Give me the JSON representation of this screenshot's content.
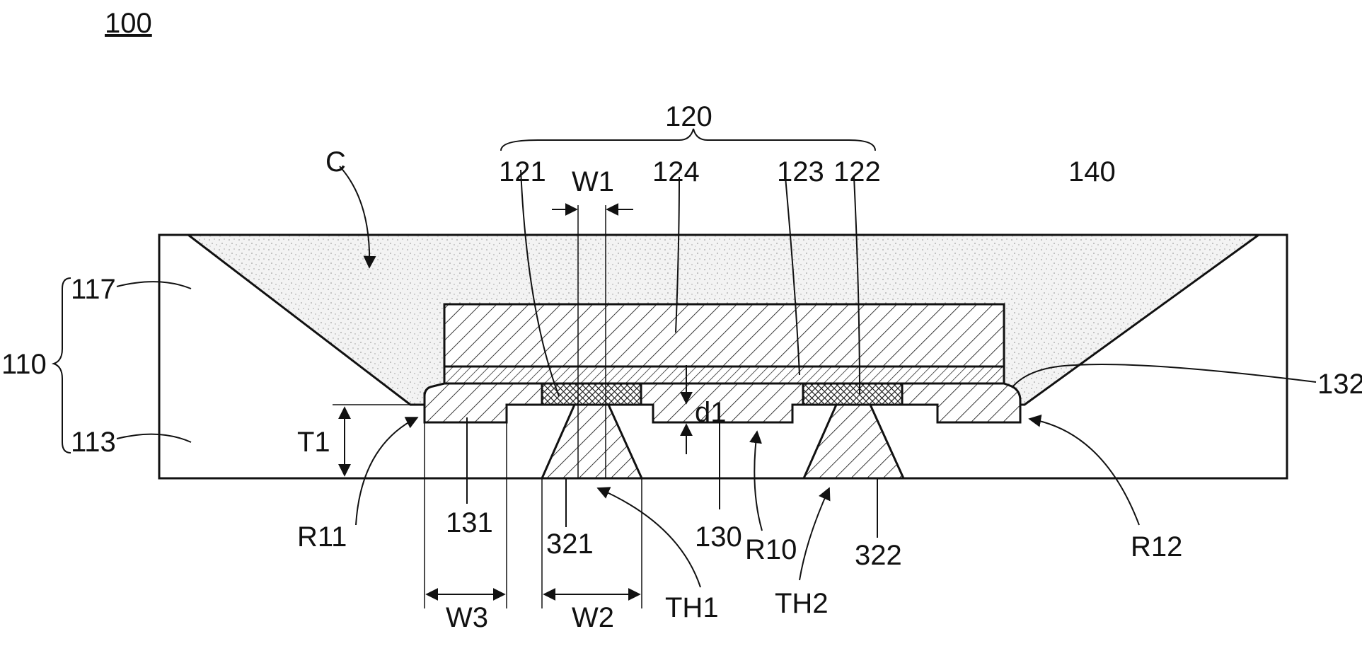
{
  "figure": {
    "number": "100",
    "labels": {
      "l120": "120",
      "C": "C",
      "l121": "121",
      "W1": "W1",
      "l124": "124",
      "l123": "123",
      "l122": "122",
      "l140": "140",
      "l117": "117",
      "l110": "110",
      "l113": "113",
      "l132": "132",
      "d1": "d1",
      "T1": "T1",
      "R11": "R11",
      "l131": "131",
      "l321": "321",
      "l130": "130",
      "R10": "R10",
      "l322": "322",
      "R12": "R12",
      "W3": "W3",
      "W2": "W2",
      "TH1": "TH1",
      "TH2": "TH2"
    }
  }
}
